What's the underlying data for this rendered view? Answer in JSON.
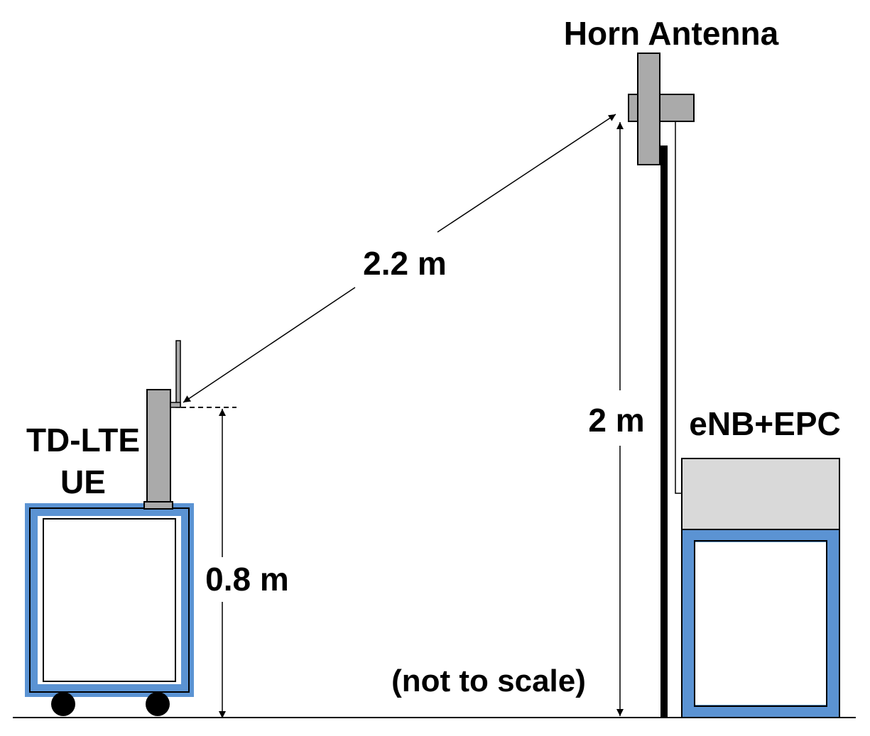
{
  "labels": {
    "horn_antenna": "Horn Antenna",
    "ue_line1": "TD-LTE",
    "ue_line2": "UE",
    "enb_epc": "eNB+EPC",
    "distance_diagonal": "2.2 m",
    "height_antenna": "2 m",
    "height_ue": "0.8 m",
    "scale_note": "(not to scale)"
  },
  "colors": {
    "cart_frame": "#5b93d3",
    "device_gray": "#aaaaaa",
    "enb_box": "#d9d9d9",
    "line": "#000000",
    "wheel": "#000000"
  }
}
